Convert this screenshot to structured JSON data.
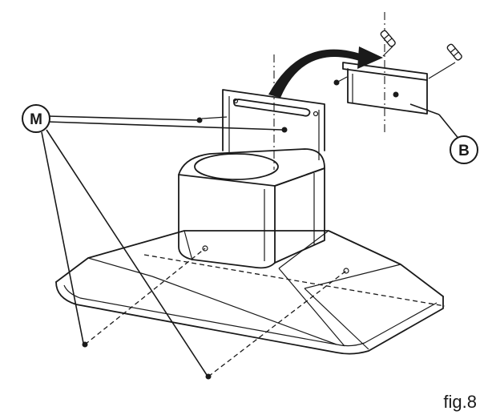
{
  "figure": {
    "label": "fig.8"
  },
  "callouts": {
    "mounting_screws": "M",
    "wall_bracket": "B"
  },
  "colors": {
    "line": "#1a1a1a",
    "background": "#ffffff"
  }
}
